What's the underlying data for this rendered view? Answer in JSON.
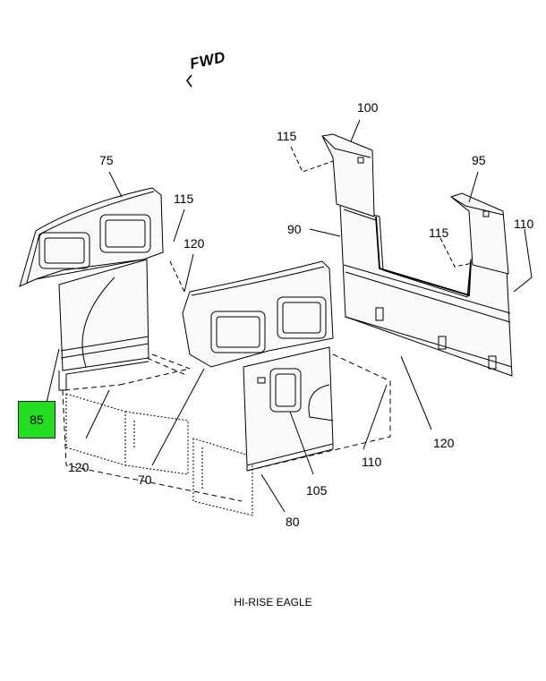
{
  "direction_label": "FWD",
  "callouts": {
    "c100": "100",
    "c115a": "115",
    "c95": "95",
    "c75": "75",
    "c115b": "115",
    "c120a": "120",
    "c90": "90",
    "c115c": "115",
    "c110a": "110",
    "c85": "85",
    "c120b": "120",
    "c70": "70",
    "c105": "105",
    "c110b": "110",
    "c120c": "120",
    "c80": "80"
  },
  "highlighted_part": "85",
  "highlight_color": "#22dd22",
  "caption": "HI-RISE EAGLE"
}
